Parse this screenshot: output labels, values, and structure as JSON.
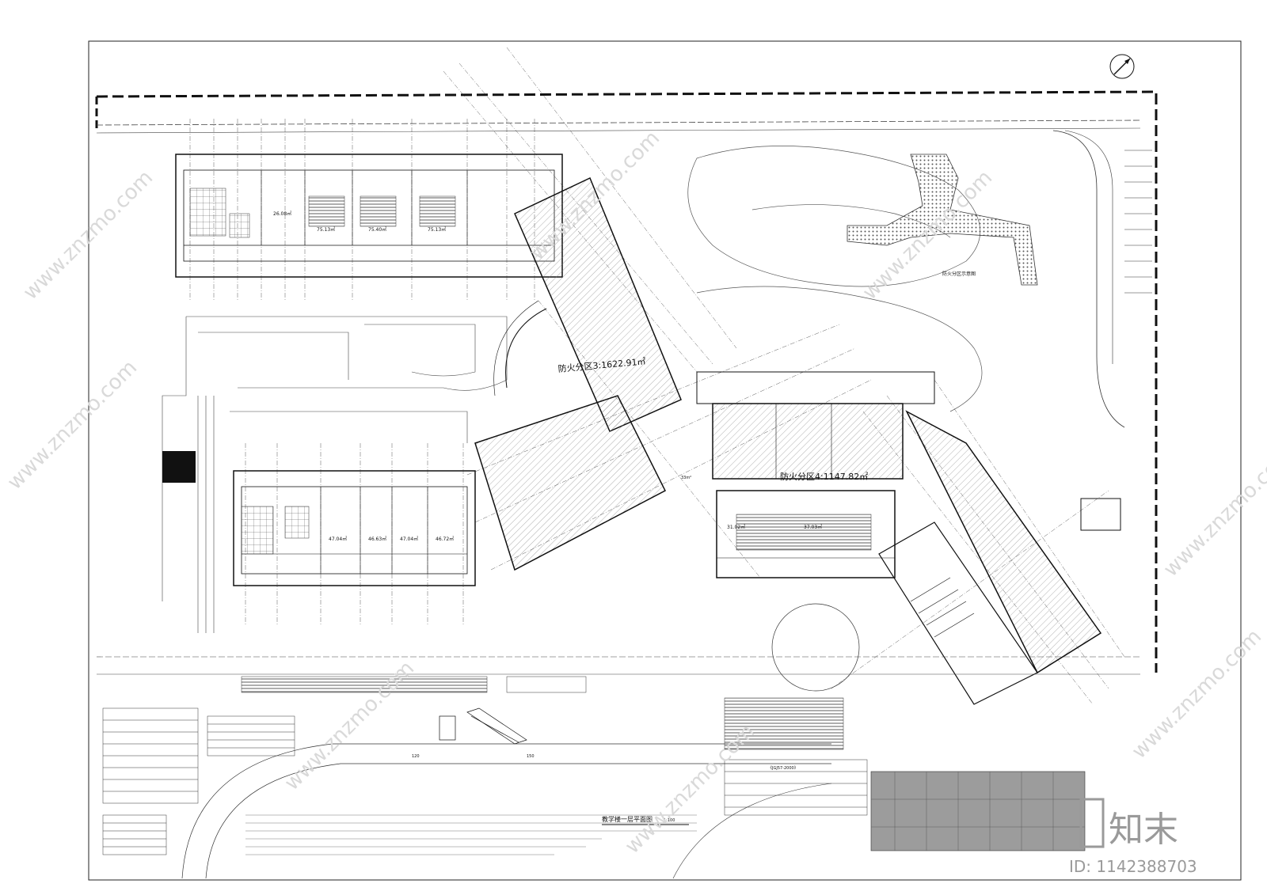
{
  "drawing": {
    "title": "教学楼一层平面图",
    "scale": "1:100",
    "legend_title": "防火分区示意图",
    "fire_zone_3": "防火分区3:1622.91㎡",
    "fire_zone_4": "防火分区4:1147.82㎡",
    "code_ref": "《JGJ57-2000》",
    "dim_120": "120",
    "dim_150": "150",
    "areas": {
      "a1": "26.08㎡",
      "a2": "75.13㎡",
      "a3": "75.40㎡",
      "a4": "75.13㎡",
      "b1": "47.04㎡",
      "b2": "46.63㎡",
      "b3": "47.04㎡",
      "b4": "46.72㎡",
      "c1": "31.02㎡",
      "c2": "37.03㎡"
    },
    "misc": {
      "stair_area": "33m²"
    }
  },
  "branding": {
    "logo_text": "知末",
    "watermark": "www.znzmo.com",
    "image_id": "ID: 1142388703"
  },
  "colors": {
    "line": "#1a1a1a",
    "hatch": "#8c8c8c",
    "watermark": "#d9d9d9"
  }
}
